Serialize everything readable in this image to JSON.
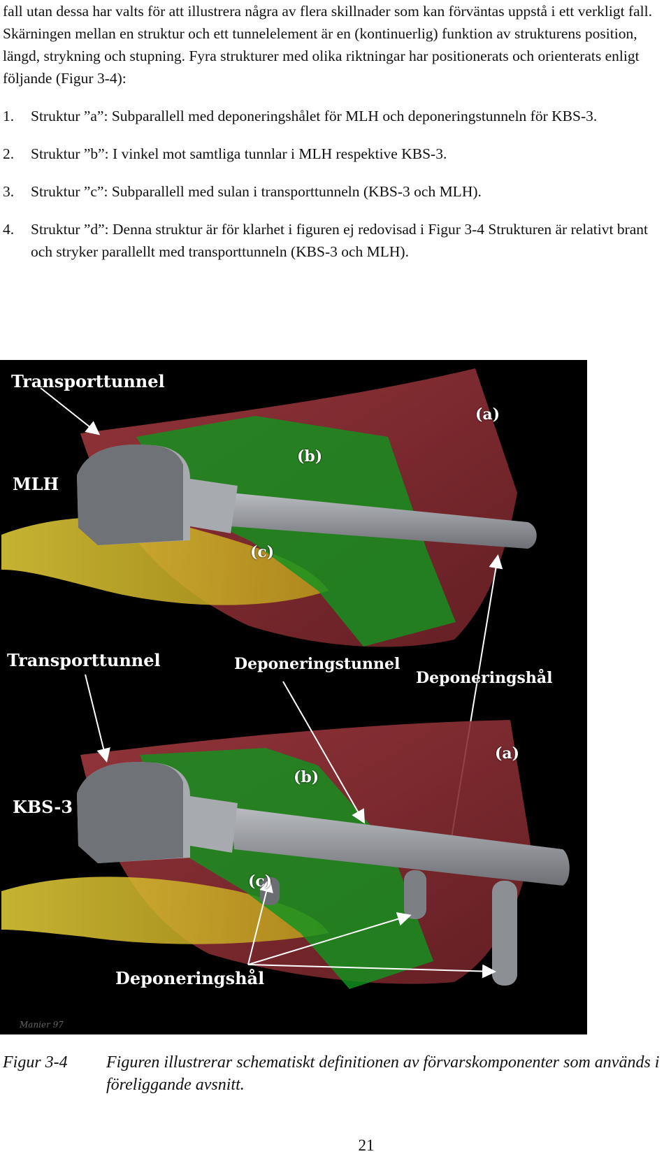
{
  "intro": "fall utan dessa har valts för att illustrera några av flera skillnader som kan förväntas uppstå i ett verkligt fall. Skärningen mellan en struktur och ett tunnelelement är en (kontinuerlig) funktion av strukturens position, längd, strykning och stupning. Fyra strukturer med olika riktningar har positionerats och orienterats enligt följande (Figur 3-4):",
  "list": [
    {
      "num": "1.",
      "text": "Struktur ”a”: Subparallell med deponeringshålet för MLH och deponeringstunneln för KBS-3."
    },
    {
      "num": "2.",
      "text": "Struktur ”b”: I vinkel mot samtliga tunnlar i MLH respektive KBS-3."
    },
    {
      "num": "3.",
      "text": "Struktur ”c”: Subparallell med sulan i transporttunneln (KBS-3 och MLH)."
    },
    {
      "num": "4.",
      "text": "Struktur ”d”: Denna struktur är för klarhet i figuren ej redovisad i Figur 3-4 Strukturen är relativt brant och stryker parallellt med transporttunneln (KBS-3 och MLH)."
    }
  ],
  "figure": {
    "top": {
      "transport_label": "Transporttunnel",
      "method_label": "MLH",
      "label_a": "(a)",
      "label_b": "(b)",
      "label_c": "(c)"
    },
    "bottom": {
      "transport_label": "Transporttunnel",
      "deposition_tunnel_label": "Deponeringstunnel",
      "deposition_hole_label": "Deponeringshål",
      "method_label": "KBS-3",
      "label_a": "(a)",
      "label_b": "(b)",
      "label_c": "(c)",
      "deposition_holes_label": "Deponeringshål"
    },
    "signature": "Manier 97",
    "colors": {
      "structure_a": "#8a2f34",
      "structure_b": "#0f8a1c",
      "structure_c": "#d8c21e",
      "tunnel": "#9a9da2",
      "background": "#000000"
    }
  },
  "caption": {
    "label": "Figur 3-4",
    "text": "Figuren illustrerar schematiskt definitionen av förvarskomponenter som används i föreliggande avsnitt."
  },
  "page_number": "21"
}
